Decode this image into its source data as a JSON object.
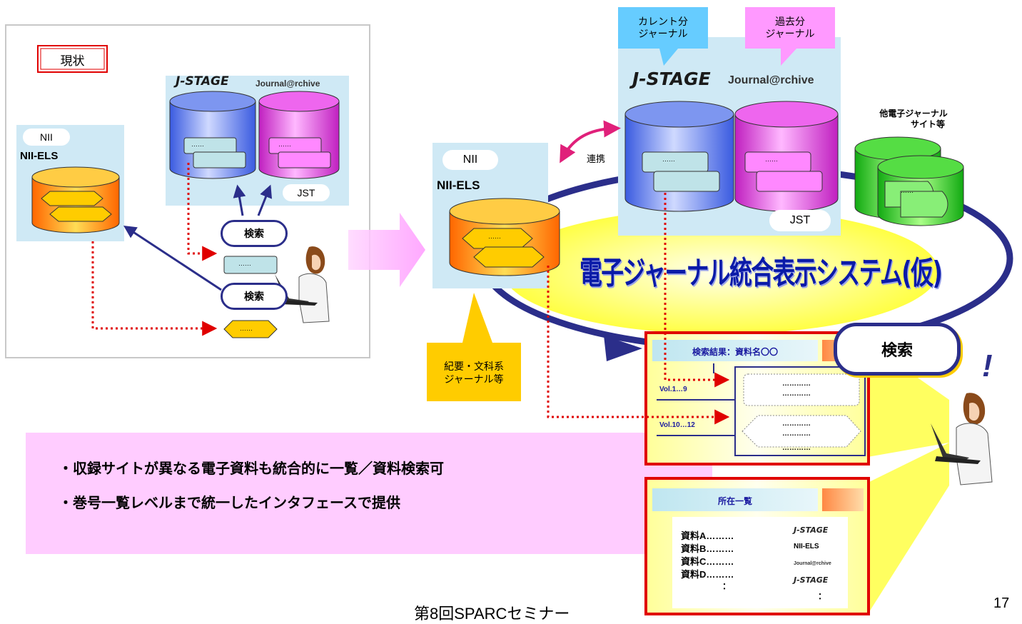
{
  "left_panel": {
    "status_label": "現状",
    "nii_label": "NII",
    "niiels_label": "NII-ELS",
    "jst_label": "JST",
    "search_top": "検索",
    "search_bottom": "検索"
  },
  "right_panel": {
    "callout_current_line1": "カレント分",
    "callout_current_line2": "ジャーナル",
    "callout_past_line1": "過去分",
    "callout_past_line2": "ジャーナル",
    "other_sites_line1": "他電子ジャーナル",
    "other_sites_line2": "サイト等",
    "nii_label": "NII",
    "niiels_label": "NII-ELS",
    "link_label": "連携",
    "jst_label": "JST",
    "system_title": "電子ジャーナル統合表示システム(仮)",
    "search_label": "検索",
    "callout_bulletin_line1": "紀要・文科系",
    "callout_bulletin_line2": "ジャーナル等"
  },
  "logos": {
    "jstage": "J-STAGE",
    "journal_archive": "Journal@rchive"
  },
  "results_card": {
    "title": "検索結果：資料名〇〇",
    "vol_a": "Vol.1…9",
    "vol_b": "Vol.10…12",
    "dots": "…………"
  },
  "holdings_card": {
    "title": "所在一覧",
    "rows": [
      {
        "label": "資料A………",
        "source": "J-STAGE"
      },
      {
        "label": "資料B………",
        "source": "NII-ELS"
      },
      {
        "label": "資料C………",
        "source": "Journal@rchive"
      },
      {
        "label": "資料D………",
        "source": "J-STAGE"
      }
    ],
    "ellipsis": "："
  },
  "bullets": [
    "・収録サイトが異なる電子資料も統合的に一覧／資料検索可",
    "・巻号一覧レベルまで統一したインタフェースで提供"
  ],
  "footer": {
    "seminar": "第8回SPARCセミナー",
    "page_number": "17"
  },
  "exclamation": "!",
  "db_placeholder": "……",
  "colors": {
    "accent_red": "#e00000",
    "navy": "#2b2e8a",
    "light_blue_panel": "#cfe9f5",
    "pink_panel": "#ffccff",
    "yellow": "#ffff66",
    "callout_blue": "#66ccff",
    "callout_pink": "#ff99ff",
    "callout_orange": "#ffcc00"
  }
}
